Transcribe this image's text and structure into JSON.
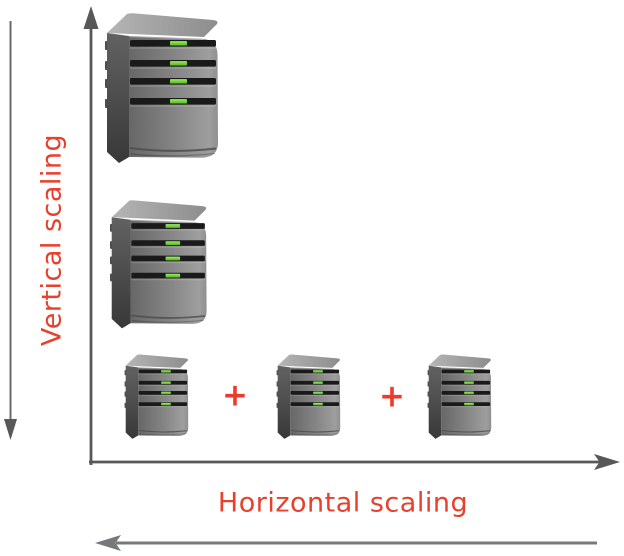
{
  "diagram": {
    "vertical_axis": {
      "label": "Vertical scaling"
    },
    "horizontal_axis": {
      "label": "Horizontal scaling"
    },
    "plus_signs": [
      "+",
      "+"
    ],
    "servers": {
      "vertical_column": [
        {
          "name": "large-server",
          "drive_slots": 4,
          "leds": 4
        },
        {
          "name": "medium-server",
          "drive_slots": 4,
          "leds": 4
        }
      ],
      "horizontal_row": [
        {
          "name": "small-server-1",
          "drive_slots": 4,
          "leds": 4
        },
        {
          "name": "small-server-2",
          "drive_slots": 4,
          "leds": 4
        },
        {
          "name": "small-server-3",
          "drive_slots": 4,
          "leds": 4
        }
      ]
    },
    "colors": {
      "label_red": "#e8402d",
      "plus_red": "#ee3a2b",
      "axis_gray": "#58585b",
      "bottom_arrow_gray": "#77787a",
      "server_body_gray": "#868686",
      "server_side_gray": "#474747",
      "server_slot_black": "#1a1a1a",
      "server_led_green": "#72d335"
    }
  }
}
